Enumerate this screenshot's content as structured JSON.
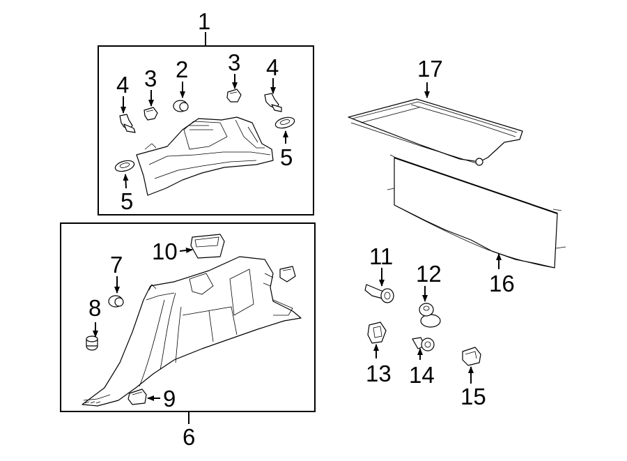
{
  "callouts": {
    "c1": "1",
    "c2": "2",
    "c3a": "3",
    "c3b": "3",
    "c4a": "4",
    "c4b": "4",
    "c5a": "5",
    "c5b": "5",
    "c6": "6",
    "c7": "7",
    "c8": "8",
    "c9": "9",
    "c10": "10",
    "c11": "11",
    "c12": "12",
    "c13": "13",
    "c14": "14",
    "c15": "15",
    "c16": "16",
    "c17": "17"
  },
  "colors": {
    "line": "#000000",
    "background": "#ffffff"
  }
}
